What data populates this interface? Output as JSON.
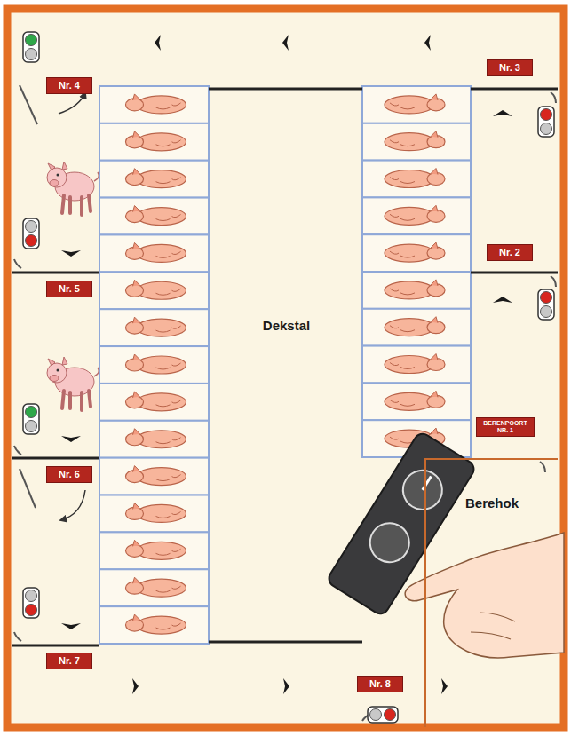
{
  "diagram": {
    "nodes": [
      {
        "text": [
          "Dekstal"
        ]
      },
      {
        "text": [
          "Berehok"
        ]
      }
    ],
    "labels": [
      "Nr. 3",
      "Nr. 4",
      "Nr. 2",
      "Nr. 5",
      "BERENPOORT NR. 1",
      "Nr. 6",
      "Nr. 7",
      "Nr. 8"
    ]
  }
}
